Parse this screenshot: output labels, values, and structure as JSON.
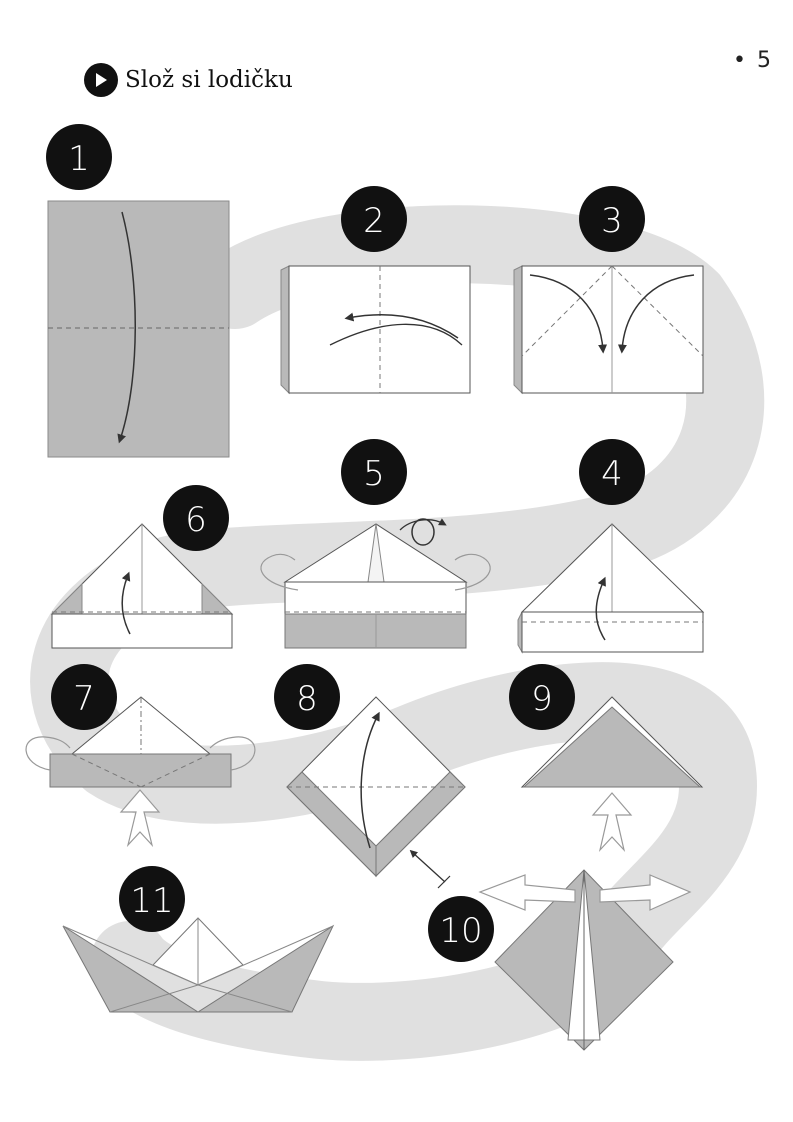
{
  "page": {
    "number": "5",
    "title": "Slož si lodičku"
  },
  "icons": {
    "heading": "play-icon",
    "fold": "curved-arrow-icon",
    "turn_over": "rotate-icon",
    "open": "outline-arrow-icon"
  },
  "colors": {
    "paper_back": "#b9b9b9",
    "paper_front": "#ffffff",
    "path_band": "#e0e0e0",
    "badge": "#111111"
  },
  "steps": [
    {
      "label": "1"
    },
    {
      "label": "2"
    },
    {
      "label": "3"
    },
    {
      "label": "4"
    },
    {
      "label": "5"
    },
    {
      "label": "6"
    },
    {
      "label": "7"
    },
    {
      "label": "8"
    },
    {
      "label": "9"
    },
    {
      "label": "10"
    },
    {
      "label": "11"
    }
  ]
}
